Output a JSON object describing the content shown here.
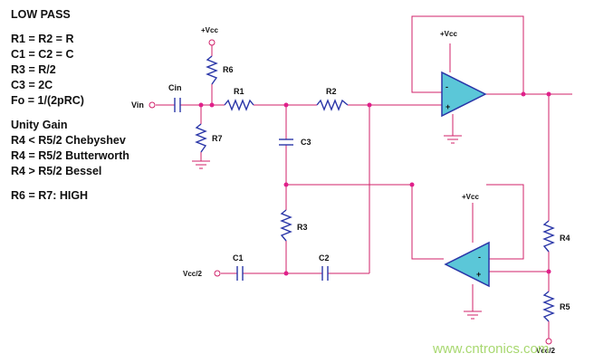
{
  "notes": {
    "heading": "LOW PASS",
    "lines": [
      "R1 = R2 = R",
      "C1 = C2 = C",
      "R3 = R/2",
      "C3 = 2C",
      "Fo = 1/(2pRC)"
    ],
    "gain_heading": "Unity Gain",
    "gain_lines": [
      "R4 < R5/2  Chebyshev",
      "R4 = R5/2  Butterworth",
      "R4 > R5/2  Bessel"
    ],
    "footer": "R6 = R7: HIGH"
  },
  "labels": {
    "vcc_top": "+Vcc",
    "vcc_opamp1": "+Vcc",
    "vcc_opamp2": "+Vcc",
    "vin": "Vin",
    "vcc_half": "Vcc/2",
    "vcc_bottom": "Vcc/2",
    "cin": "Cin",
    "r1": "R1",
    "r2": "R2",
    "r3": "R3",
    "r4": "R4",
    "r5": "R5",
    "r6": "R6",
    "r7": "R7",
    "c1": "C1",
    "c2": "C2",
    "c3": "C3"
  },
  "opamp_signs": {
    "minus": "-",
    "plus": "+"
  },
  "watermark": "www.cntronics.com",
  "colors": {
    "wire": "#d0206a",
    "component": "#2a36a8",
    "node": "#e0208a",
    "amp": "#5bc7d8",
    "watermark": "#a8d870"
  }
}
